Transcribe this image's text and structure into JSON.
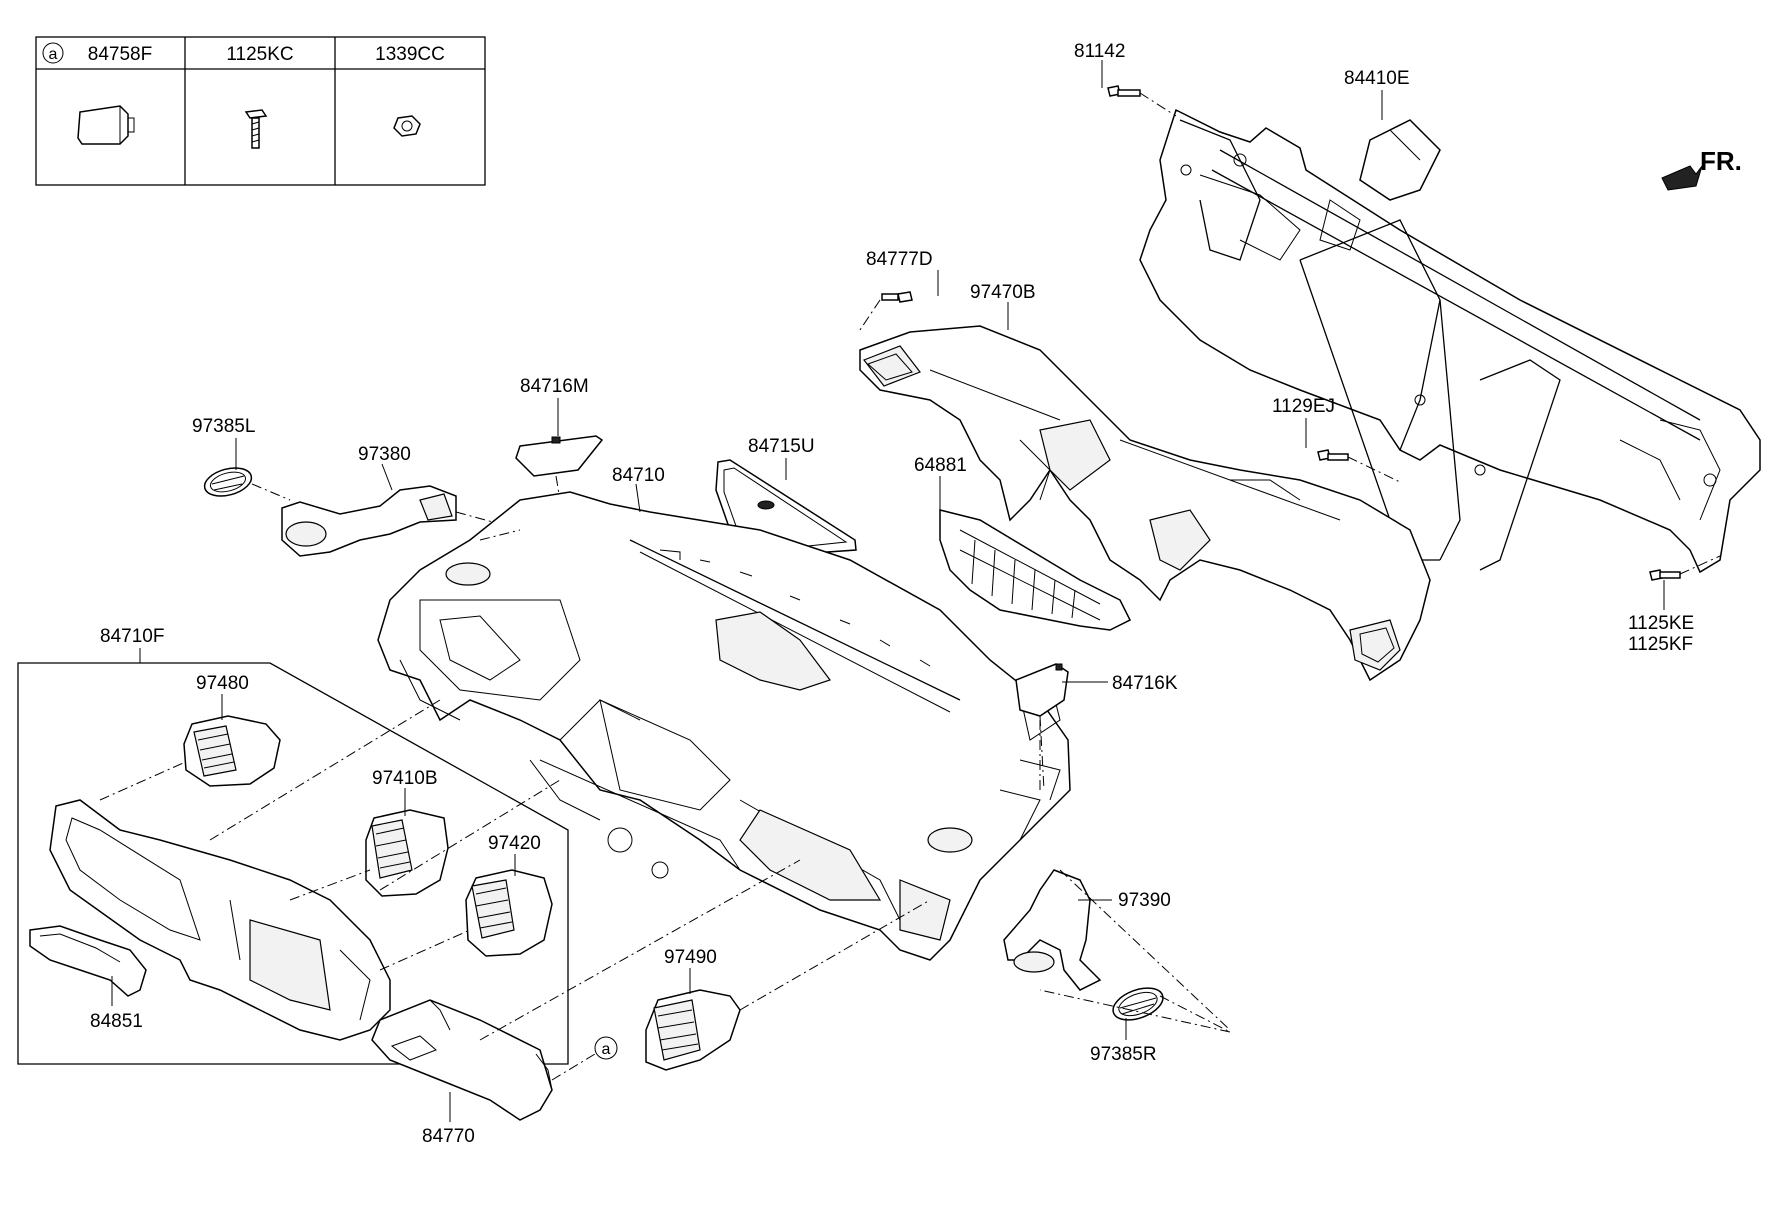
{
  "legend": {
    "circle_mark": "a",
    "headers": [
      "84758F",
      "1125KC",
      "1339CC"
    ],
    "icons": [
      "clip-icon",
      "bolt-icon",
      "nut-icon"
    ]
  },
  "orientation": {
    "label": "FR.",
    "icon": "front-arrow-icon"
  },
  "callout_mark": "a",
  "parts": {
    "p81142": "81142",
    "p84410E": "84410E",
    "p84777D": "84777D",
    "p97470B": "97470B",
    "p1129EJ": "1129EJ",
    "p84716M": "84716M",
    "p97385L": "97385L",
    "p97380": "97380",
    "p84710": "84710",
    "p84715U": "84715U",
    "p64881": "64881",
    "p1125KE": "1125KE",
    "p1125KF": "1125KF",
    "p84710F": "84710F",
    "p97480": "97480",
    "p84716K": "84716K",
    "p97410B": "97410B",
    "p97420": "97420",
    "p97390": "97390",
    "p97490": "97490",
    "p84851": "84851",
    "p97385R": "97385R",
    "p84770": "84770"
  }
}
